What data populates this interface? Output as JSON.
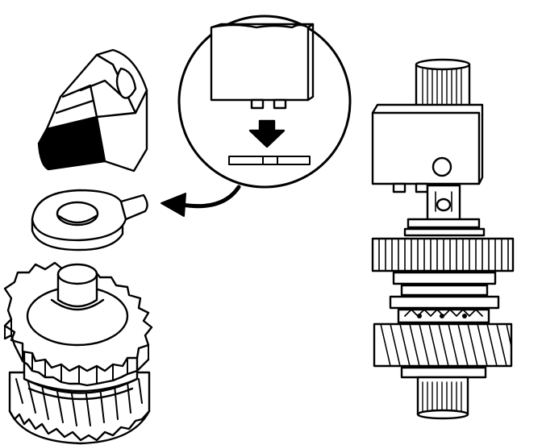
{
  "figure": {
    "style": "black-and-white technical line illustration",
    "line_color": "#000000",
    "background_color": "#ffffff"
  },
  "parts": [
    {
      "id": "thrust-block",
      "label": ""
    },
    {
      "id": "thrust-washer-with-tab",
      "label": ""
    },
    {
      "id": "cluster-gear",
      "label": ""
    },
    {
      "id": "assembled-shaft",
      "label": ""
    }
  ],
  "detail_callout": {
    "shape": "circle",
    "arrow_icon": "down-arrow-icon",
    "leader_icon": "curved-arrow-icon"
  }
}
